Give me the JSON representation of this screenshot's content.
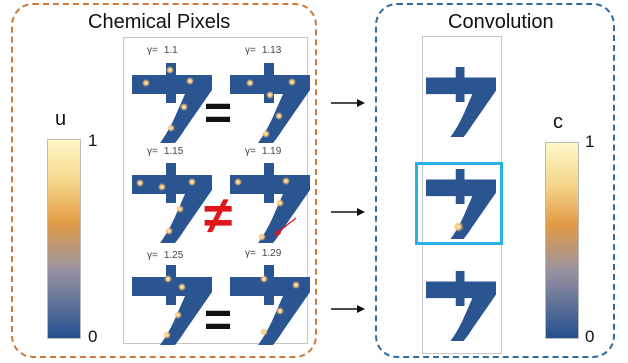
{
  "left_panel": {
    "title": "Chemical Pixels",
    "colorbar": {
      "label": "u",
      "max_label": "1",
      "min_label": "0"
    },
    "rows": [
      {
        "gammas": [
          {
            "symbol": "γ=",
            "value": "1.1"
          },
          {
            "symbol": "γ=",
            "value": "1.13"
          }
        ],
        "relation": "="
      },
      {
        "gammas": [
          {
            "symbol": "γ=",
            "value": "1.15"
          },
          {
            "symbol": "γ=",
            "value": "1.19"
          }
        ],
        "relation": "≠"
      },
      {
        "gammas": [
          {
            "symbol": "γ=",
            "value": "1.25"
          },
          {
            "symbol": "γ=",
            "value": "1.29"
          }
        ],
        "relation": "="
      }
    ]
  },
  "right_panel": {
    "title": "Convolution",
    "colorbar": {
      "label": "c",
      "max_label": "1",
      "min_label": "0"
    }
  },
  "colors": {
    "glyph_blue": "#2a5591",
    "spot_glow": "#f5c276",
    "left_border": "#cf7a3a",
    "right_border": "#2f6c9e",
    "highlight": "#2ab0e8",
    "neq_red": "#e0141b"
  }
}
